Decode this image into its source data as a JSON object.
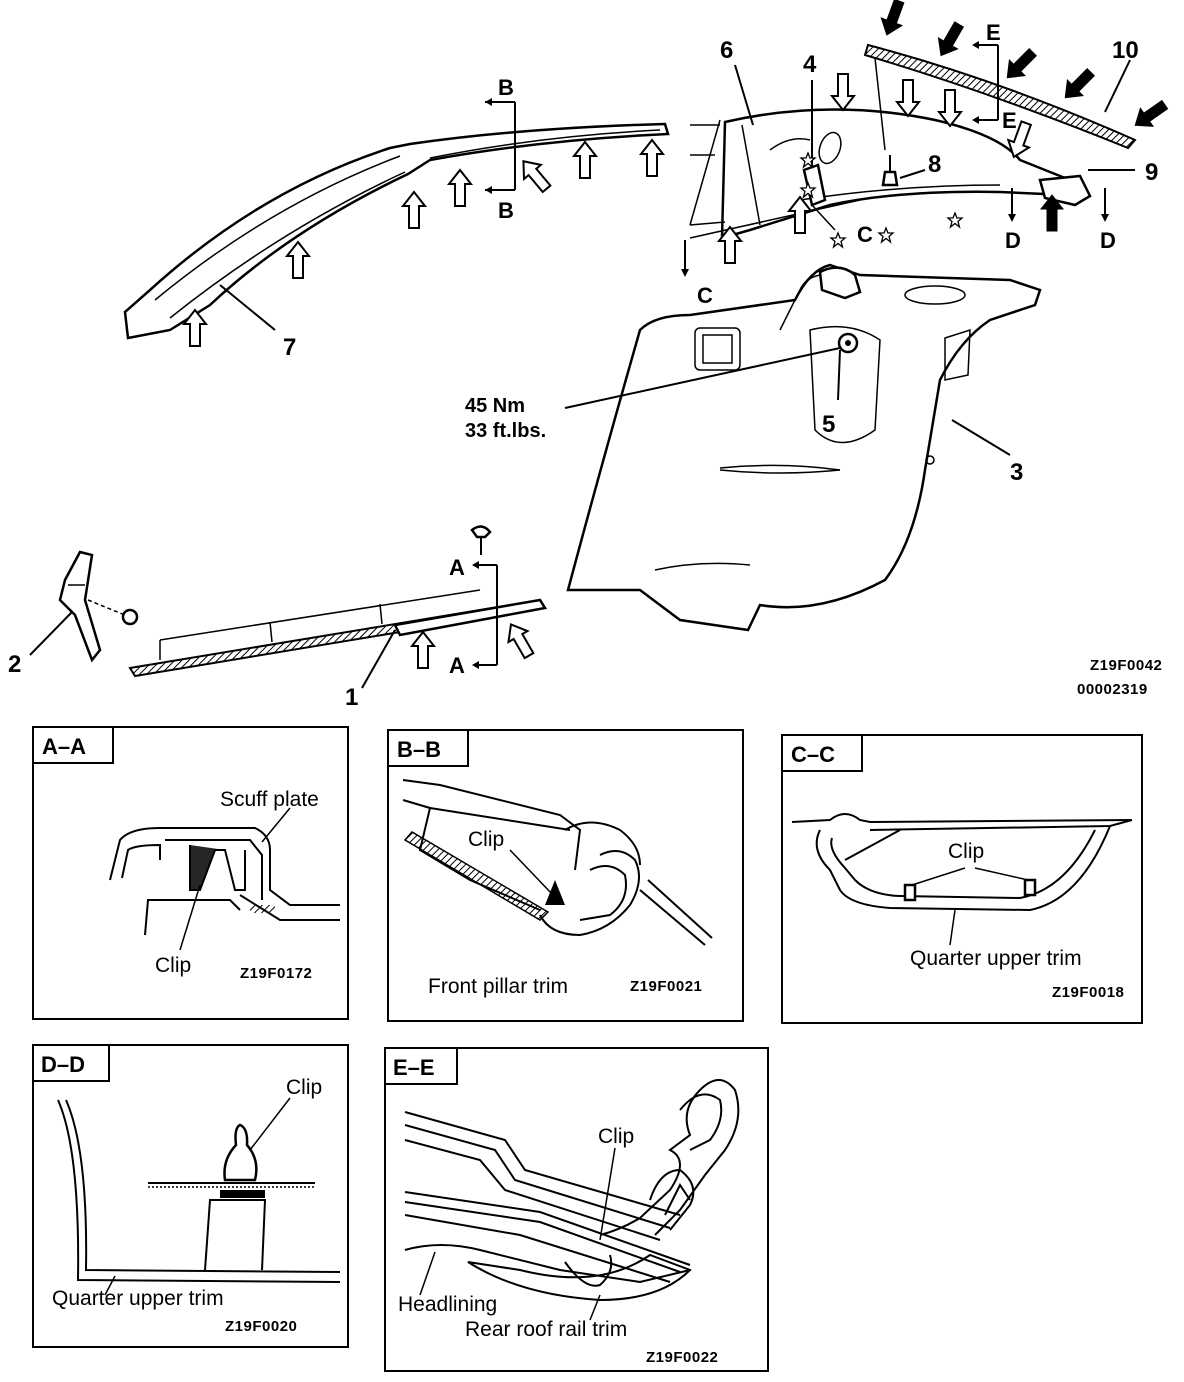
{
  "figure": {
    "code_main": "Z19F0042",
    "code_sub": "00002319",
    "torque_nm": "45  Nm",
    "torque_ftlbs": "33 ft.lbs."
  },
  "callouts": {
    "n1": "1",
    "n2": "2",
    "n3": "3",
    "n4": "4",
    "n5": "5",
    "n6": "6",
    "n7": "7",
    "n8": "8",
    "n9": "9",
    "n10": "10"
  },
  "section_marks": {
    "a": "A",
    "b": "B",
    "c": "C",
    "d": "D",
    "e": "E"
  },
  "detail_panels": {
    "aa": {
      "title": "A–A",
      "label1": "Scuff plate",
      "label2": "Clip",
      "code": "Z19F0172"
    },
    "bb": {
      "title": "B–B",
      "label1": "Clip",
      "label2": "Front pillar trim",
      "code": "Z19F0021"
    },
    "cc": {
      "title": "C–C",
      "label1": "Clip",
      "label2": "Quarter upper trim",
      "code": "Z19F0018"
    },
    "dd": {
      "title": "D–D",
      "label1": "Clip",
      "label2": "Quarter upper trim",
      "code": "Z19F0020"
    },
    "ee": {
      "title": "E–E",
      "label1": "Clip",
      "label2": "Headlining",
      "label3": "Rear roof rail trim",
      "code": "Z19F0022"
    }
  }
}
